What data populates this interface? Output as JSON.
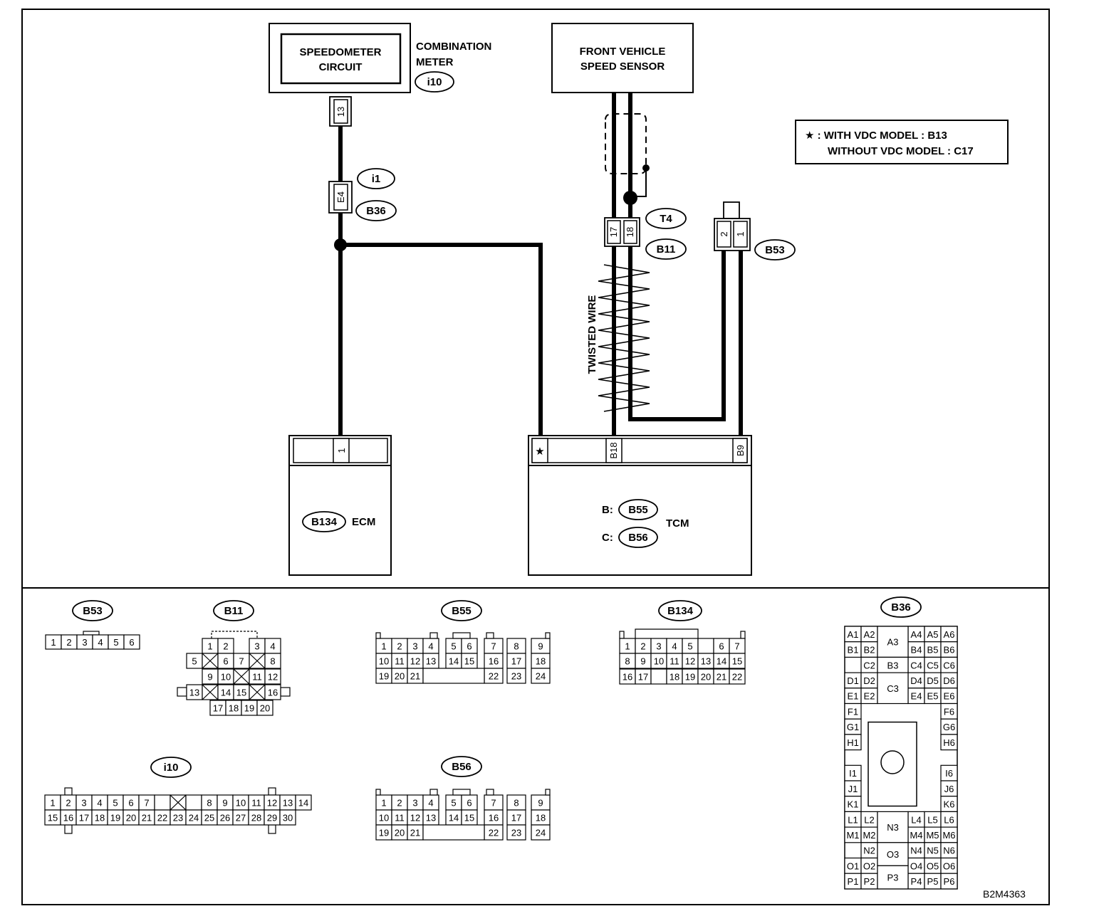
{
  "combination_meter": {
    "inner_line1": "SPEEDOMETER",
    "inner_line2": "CIRCUIT",
    "name_line1": "COMBINATION",
    "name_line2": "METER",
    "connector": "i10",
    "pin": "13"
  },
  "inline_connector": {
    "pin": "E4",
    "tag1": "i1",
    "tag2": "B36"
  },
  "front_sensor": {
    "line1": "FRONT VEHICLE",
    "line2": "SPEED SENSOR",
    "connector_t4": "T4",
    "connector_b11": "B11",
    "pin_a": "17",
    "pin_b": "18"
  },
  "b53_top": {
    "tag": "B53",
    "pin_a": "2",
    "pin_b": "1"
  },
  "twisted_wire": "TWISTED WIRE",
  "note": {
    "line1": "★ : WITH VDC MODEL : B13",
    "line2": "WITHOUT VDC MODEL : C17"
  },
  "ecm": {
    "label": "ECM",
    "tag": "B134",
    "pin": "1"
  },
  "tcm": {
    "label": "TCM",
    "b_label": "B:",
    "b_tag": "B55",
    "c_label": "C:",
    "c_tag": "B56",
    "pin_star": "★",
    "pin_b18": "B18",
    "pin_b9": "B9"
  },
  "connectors": {
    "B53": {
      "title": "B53",
      "pins": [
        "1",
        "2",
        "3",
        "4",
        "5",
        "6"
      ]
    },
    "B11": {
      "title": "B11",
      "pins": [
        "1",
        "2",
        "3",
        "4",
        "5",
        "6",
        "7",
        "8",
        "9",
        "10",
        "11",
        "12",
        "13",
        "14",
        "15",
        "16",
        "17",
        "18",
        "19",
        "20"
      ]
    },
    "B55": {
      "title": "B55",
      "pins": [
        "1",
        "2",
        "3",
        "4",
        "5",
        "6",
        "7",
        "8",
        "9",
        "10",
        "11",
        "12",
        "13",
        "14",
        "15",
        "16",
        "17",
        "18",
        "19",
        "20",
        "21",
        "22",
        "23",
        "24"
      ]
    },
    "B134": {
      "title": "B134",
      "pins": [
        "1",
        "2",
        "3",
        "4",
        "5",
        "6",
        "7",
        "8",
        "9",
        "10",
        "11",
        "12",
        "13",
        "14",
        "15",
        "16",
        "17",
        "18",
        "19",
        "20",
        "21",
        "22"
      ]
    },
    "i10": {
      "title": "i10",
      "pins": [
        "1",
        "2",
        "3",
        "4",
        "5",
        "6",
        "7",
        "8",
        "9",
        "10",
        "11",
        "12",
        "13",
        "14",
        "15",
        "16",
        "17",
        "18",
        "19",
        "20",
        "21",
        "22",
        "23",
        "24",
        "25",
        "26",
        "27",
        "28",
        "29",
        "30"
      ]
    },
    "B56": {
      "title": "B56",
      "pins": [
        "1",
        "2",
        "3",
        "4",
        "5",
        "6",
        "7",
        "8",
        "9",
        "10",
        "11",
        "12",
        "13",
        "14",
        "15",
        "16",
        "17",
        "18",
        "19",
        "20",
        "21",
        "22",
        "23",
        "24"
      ]
    },
    "B36": {
      "title": "B36",
      "pins": [
        "A1",
        "A2",
        "A3",
        "A4",
        "A5",
        "A6",
        "B1",
        "B2",
        "B3",
        "B4",
        "B5",
        "B6",
        "C2",
        "C3",
        "C4",
        "C5",
        "C6",
        "D1",
        "D2",
        "D4",
        "D5",
        "D6",
        "E1",
        "E2",
        "E4",
        "E5",
        "E6",
        "F1",
        "F6",
        "G1",
        "G6",
        "H1",
        "H6",
        "I1",
        "I6",
        "J1",
        "J6",
        "K1",
        "K6",
        "L1",
        "L2",
        "L4",
        "L5",
        "L6",
        "M1",
        "M2",
        "N3",
        "M4",
        "M5",
        "M6",
        "N2",
        "O3",
        "N4",
        "N5",
        "N6",
        "O1",
        "O2",
        "O4",
        "O5",
        "O6",
        "P1",
        "P2",
        "P3",
        "P4",
        "P5",
        "P6"
      ]
    }
  },
  "figure_code": "B2M4363"
}
